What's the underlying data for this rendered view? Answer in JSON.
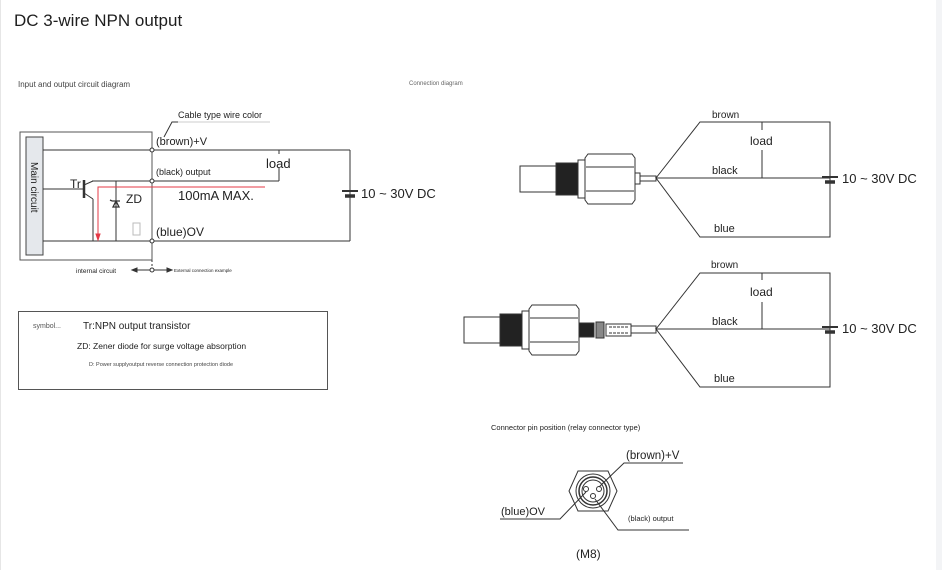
{
  "page": {
    "title": "DC 3-wire NPN output"
  },
  "circuit_diagram": {
    "section_label": "Input and output circuit diagram",
    "cable_note": "Cable type wire color",
    "main_circuit_label": "Main circuit",
    "transistor_label": "Tr",
    "zener_label": "ZD",
    "terminals": {
      "positive": "(brown)+V",
      "output": "(black) output",
      "ground": "(blue)OV"
    },
    "load_label": "load",
    "current_label": "100mA MAX.",
    "supply_label": "10 ~ 30V DC",
    "internal_label": "internal circuit",
    "external_label": "External connection example",
    "accent_color": "#e53946"
  },
  "legend": {
    "symbol_label": "symbol...",
    "items": [
      "Tr:NPN output transistor",
      "ZD: Zener diode for surge voltage absorption",
      "D: Power supplyoutput reverse connection protection diode"
    ]
  },
  "connection_diagram": {
    "section_label": "Connection diagram",
    "diagrams": [
      {
        "variant": "cable",
        "wires": {
          "brown": "brown",
          "black": "black",
          "blue": "blue"
        },
        "load_label": "load",
        "supply_label": "10 ~ 30V DC"
      },
      {
        "variant": "connector",
        "wires": {
          "brown": "brown",
          "black": "black",
          "blue": "blue"
        },
        "load_label": "load",
        "supply_label": "10 ~ 30V DC"
      }
    ]
  },
  "connector_pins": {
    "section_label": "Connector pin position (relay connector type)",
    "pin_positive": "(brown)+V",
    "pin_ground": "(blue)OV",
    "pin_output": "(black) output",
    "size_label": "(M8)"
  }
}
